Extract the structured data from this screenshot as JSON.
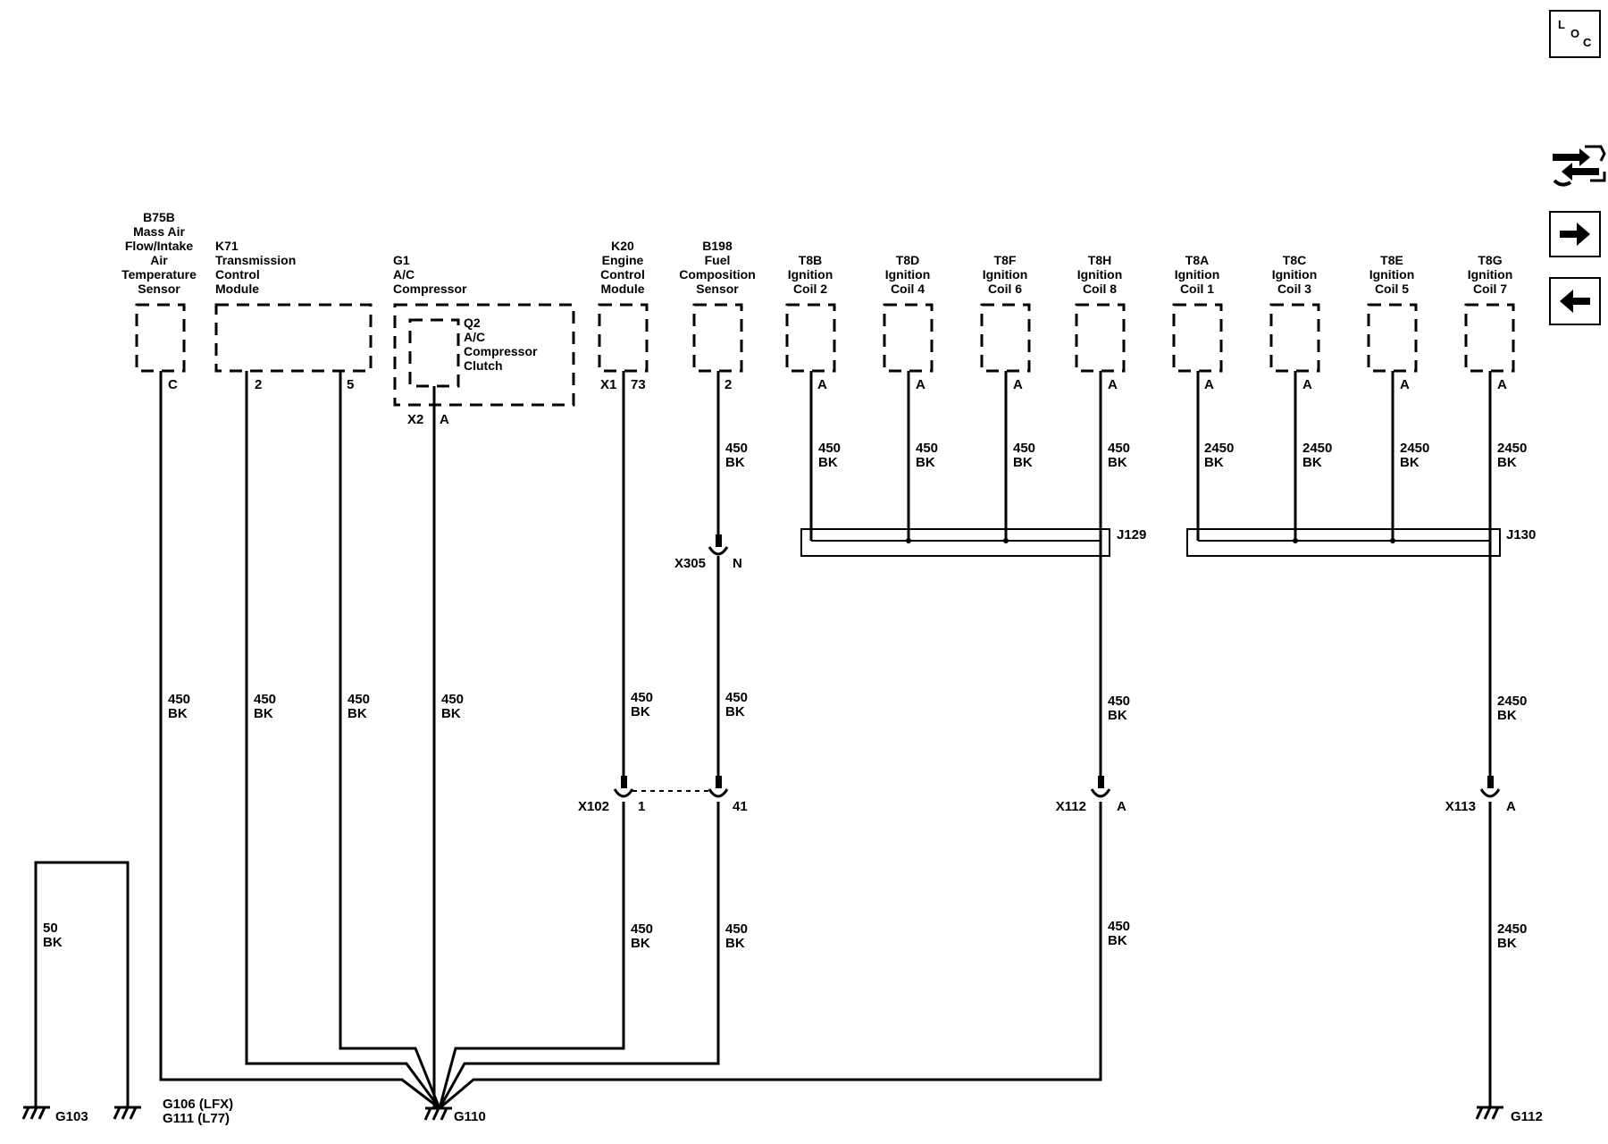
{
  "components": [
    {
      "id": "b75b",
      "lines": [
        "B75B",
        "Mass Air",
        "Flow/Intake",
        "Air",
        "Temperature",
        "Sensor"
      ]
    },
    {
      "id": "k71",
      "lines": [
        "K71",
        "Transmission",
        "Control",
        "Module"
      ]
    },
    {
      "id": "g1",
      "lines": [
        "G1",
        "A/C",
        "Compressor"
      ]
    },
    {
      "id": "q2",
      "lines": [
        "Q2",
        "A/C",
        "Compressor",
        "Clutch"
      ]
    },
    {
      "id": "k20",
      "lines": [
        "K20",
        "Engine",
        "Control",
        "Module"
      ]
    },
    {
      "id": "b198",
      "lines": [
        "B198",
        "Fuel",
        "Composition",
        "Sensor"
      ]
    },
    {
      "id": "t8b",
      "lines": [
        "T8B",
        "Ignition",
        "Coil 2"
      ]
    },
    {
      "id": "t8d",
      "lines": [
        "T8D",
        "Ignition",
        "Coil 4"
      ]
    },
    {
      "id": "t8f",
      "lines": [
        "T8F",
        "Ignition",
        "Coil 6"
      ]
    },
    {
      "id": "t8h",
      "lines": [
        "T8H",
        "Ignition",
        "Coil 8"
      ]
    },
    {
      "id": "t8a",
      "lines": [
        "T8A",
        "Ignition",
        "Coil 1"
      ]
    },
    {
      "id": "t8c",
      "lines": [
        "T8C",
        "Ignition",
        "Coil 3"
      ]
    },
    {
      "id": "t8e",
      "lines": [
        "T8E",
        "Ignition",
        "Coil 5"
      ]
    },
    {
      "id": "t8g",
      "lines": [
        "T8G",
        "Ignition",
        "Coil 7"
      ]
    }
  ],
  "pins": {
    "b75b": "C",
    "k71_a": "2",
    "k71_b": "5",
    "g1_conn": "X2",
    "g1_pin": "A",
    "k20_conn": "X1",
    "k20_pin": "73",
    "b198": "2",
    "t8b": "A",
    "t8d": "A",
    "t8f": "A",
    "t8h": "A",
    "t8a": "A",
    "t8c": "A",
    "t8e": "A",
    "t8g": "A"
  },
  "wire_labels": [
    {
      "id": "b198_top",
      "lines": [
        "450",
        "BK"
      ]
    },
    {
      "id": "t8b",
      "lines": [
        "450",
        "BK"
      ]
    },
    {
      "id": "t8d",
      "lines": [
        "450",
        "BK"
      ]
    },
    {
      "id": "t8f",
      "lines": [
        "450",
        "BK"
      ]
    },
    {
      "id": "t8h",
      "lines": [
        "450",
        "BK"
      ]
    },
    {
      "id": "t8a",
      "lines": [
        "2450",
        "BK"
      ]
    },
    {
      "id": "t8c",
      "lines": [
        "2450",
        "BK"
      ]
    },
    {
      "id": "t8e",
      "lines": [
        "2450",
        "BK"
      ]
    },
    {
      "id": "t8g",
      "lines": [
        "2450",
        "BK"
      ]
    },
    {
      "id": "b75b_mid",
      "lines": [
        "450",
        "BK"
      ]
    },
    {
      "id": "k71a_mid",
      "lines": [
        "450",
        "BK"
      ]
    },
    {
      "id": "k71b_mid",
      "lines": [
        "450",
        "BK"
      ]
    },
    {
      "id": "g1_mid",
      "lines": [
        "450",
        "BK"
      ]
    },
    {
      "id": "k20_mid",
      "lines": [
        "450",
        "BK"
      ]
    },
    {
      "id": "b198_mid",
      "lines": [
        "450",
        "BK"
      ]
    },
    {
      "id": "j129_mid",
      "lines": [
        "450",
        "BK"
      ]
    },
    {
      "id": "j130_mid",
      "lines": [
        "2450",
        "BK"
      ]
    },
    {
      "id": "k20_low",
      "lines": [
        "450",
        "BK"
      ]
    },
    {
      "id": "b198_low",
      "lines": [
        "450",
        "BK"
      ]
    },
    {
      "id": "x112_low",
      "lines": [
        "450",
        "BK"
      ]
    },
    {
      "id": "x113_low",
      "lines": [
        "2450",
        "BK"
      ]
    },
    {
      "id": "g103",
      "lines": [
        "50",
        "BK"
      ]
    }
  ],
  "connectors": {
    "x305": "X305",
    "x305_pin": "N",
    "x102": "X102",
    "x102_pin_a": "1",
    "x102_pin_b": "41",
    "x112": "X112",
    "x112_pin": "A",
    "x113": "X113",
    "x113_pin": "A"
  },
  "splices": {
    "j129": "J129",
    "j130": "J130"
  },
  "grounds": {
    "g103": "G103",
    "g106": "G106 (LFX)",
    "g111": "G111 (L77)",
    "g110": "G110",
    "g112": "G112"
  },
  "nav": {
    "loc": [
      "L",
      "O",
      "C"
    ]
  }
}
